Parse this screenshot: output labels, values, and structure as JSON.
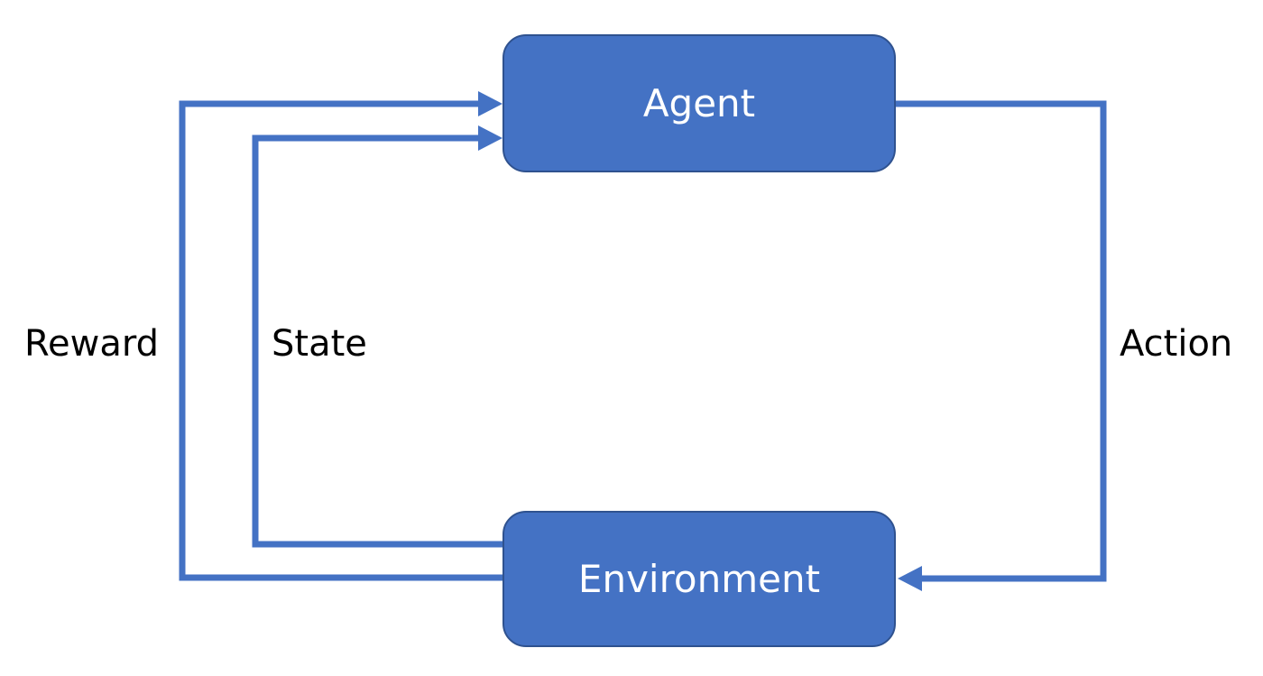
{
  "nodes": {
    "agent": "Agent",
    "environment": "Environment"
  },
  "edges": {
    "reward": "Reward",
    "state": "State",
    "action": "Action"
  },
  "colors": {
    "node_fill": "#4472c4",
    "node_border": "#2f528f",
    "arrow": "#4472c4",
    "text_on_node": "#ffffff",
    "label_text": "#000000"
  }
}
